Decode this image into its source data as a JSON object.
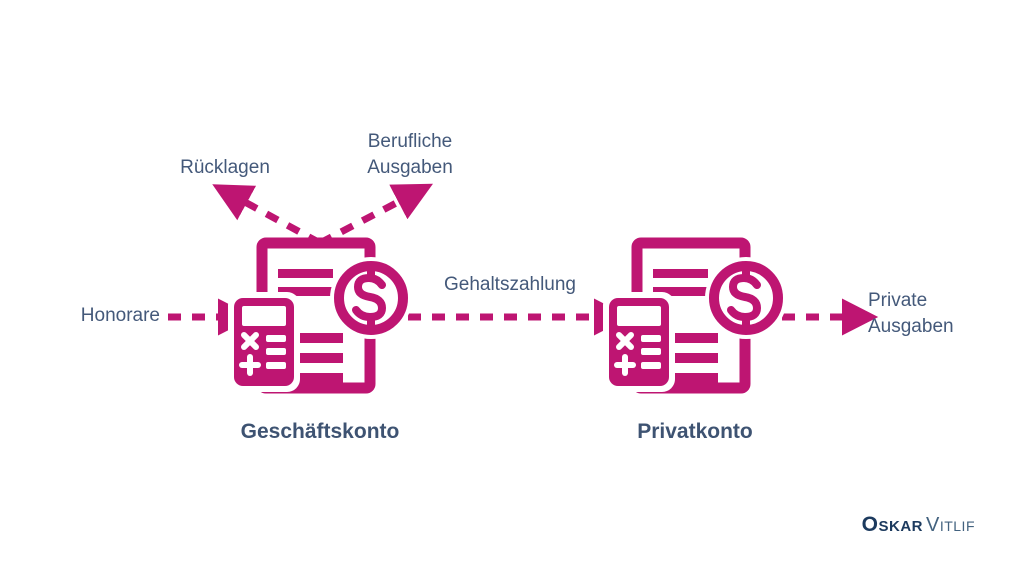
{
  "diagram": {
    "type": "flow-diagram",
    "background_color": "#ffffff",
    "accent_color": "#be1572",
    "text_color": "#44597a",
    "nodes": [
      {
        "id": "geschaeftskonto",
        "title": "Geschäftskonto",
        "icon": "invoice-calculator-dollar-icon"
      },
      {
        "id": "privatkonto",
        "title": "Privatkonto",
        "icon": "invoice-calculator-dollar-icon"
      }
    ],
    "flows": [
      {
        "id": "honorare",
        "label": "Honorare",
        "direction": "into-geschaeftskonto"
      },
      {
        "id": "ruecklagen",
        "label": "Rücklagen",
        "direction": "out-up-left"
      },
      {
        "id": "berufliche-ausgaben",
        "label": "Berufliche\nAusgaben",
        "direction": "out-up-right"
      },
      {
        "id": "gehaltszahlung",
        "label": "Gehaltszahlung",
        "direction": "geschaeftskonto-to-privatkonto"
      },
      {
        "id": "private-ausgaben",
        "label": "Private\nAusgaben",
        "direction": "out-of-privatkonto"
      }
    ]
  },
  "brand": {
    "primary": "Oskar",
    "secondary": "Vitlif"
  }
}
